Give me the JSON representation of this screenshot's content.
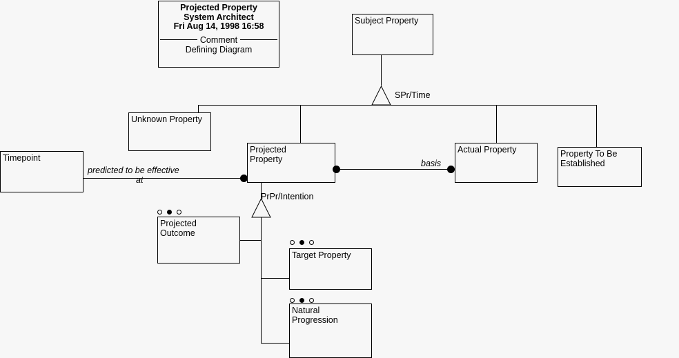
{
  "diagram": {
    "kind": "uml-class-diagram",
    "background_color": "#f7f7f7",
    "line_color": "#000000",
    "title_block": {
      "line1": "Projected Property",
      "line2": "System Architect",
      "line3": "Fri Aug 14, 1998  16:58",
      "legend": "Comment",
      "body": "Defining Diagram"
    },
    "nodes": [
      {
        "id": "subject-property",
        "label": "Subject Property"
      },
      {
        "id": "unknown-property",
        "label": "Unknown Property"
      },
      {
        "id": "projected-property",
        "label": "Projected\nProperty"
      },
      {
        "id": "actual-property",
        "label": "Actual Property"
      },
      {
        "id": "property-to-be-established",
        "label": "Property To Be\nEstablished"
      },
      {
        "id": "timepoint",
        "label": "Timepoint"
      },
      {
        "id": "projected-outcome",
        "label": "Projected\nOutcome"
      },
      {
        "id": "target-property",
        "label": "Target Property"
      },
      {
        "id": "natural-progression",
        "label": "Natural\nProgression"
      }
    ],
    "relationship_labels": {
      "spr_time": "SPr/Time",
      "prpr_intention": "PrPr/Intention",
      "basis": "basis",
      "predicted_line1": "predicted to be effective",
      "predicted_line2": "at"
    },
    "markers": {
      "pattern": "circle, filled-circle, circle",
      "glyphs": [
        "circle-outline",
        "circle-filled",
        "circle-outline"
      ]
    }
  }
}
